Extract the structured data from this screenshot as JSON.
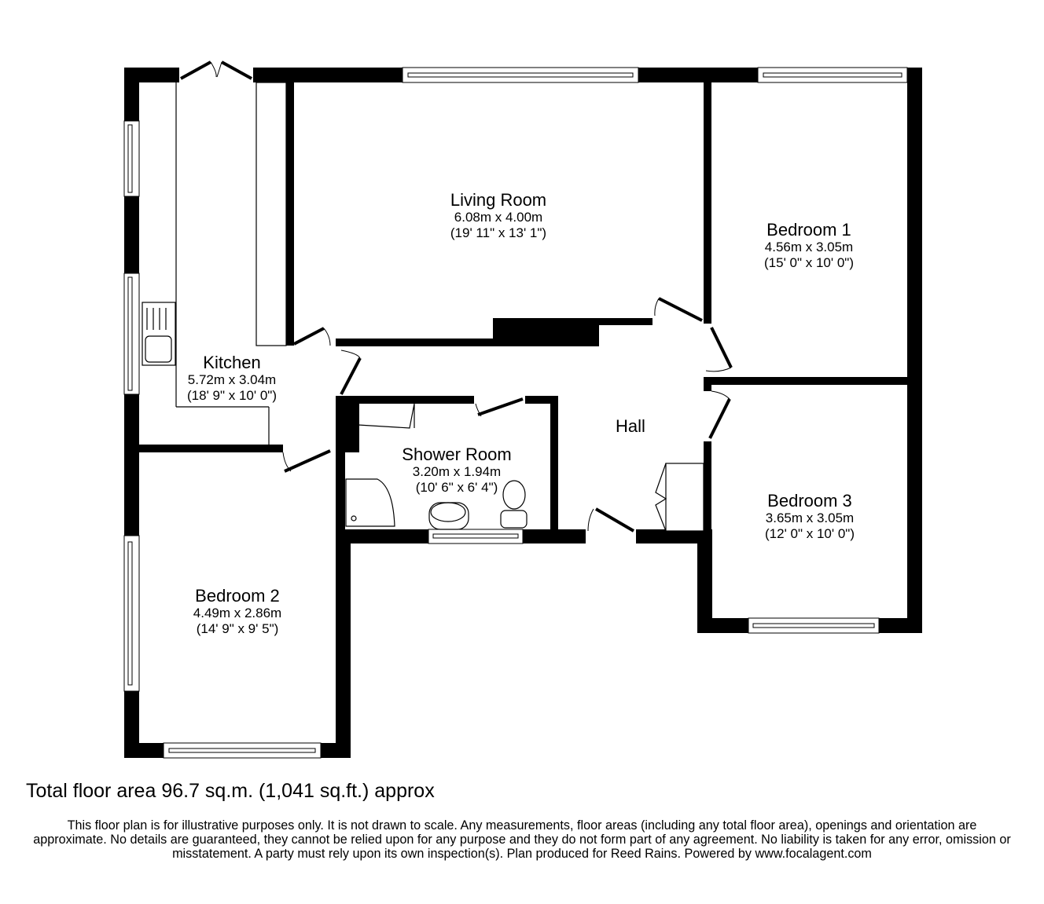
{
  "plan": {
    "rooms": [
      {
        "name": "Living Room",
        "metric": "6.08m x 4.00m",
        "imperial": "(19' 11\" x 13' 1\")"
      },
      {
        "name": "Bedroom 1",
        "metric": "4.56m x 3.05m",
        "imperial": "(15' 0\" x 10' 0\")"
      },
      {
        "name": "Kitchen",
        "metric": "5.72m x 3.04m",
        "imperial": "(18' 9\" x 10' 0\")"
      },
      {
        "name": "Hall",
        "metric": "",
        "imperial": ""
      },
      {
        "name": "Shower Room",
        "metric": "3.20m x 1.94m",
        "imperial": "(10' 6\" x 6' 4\")"
      },
      {
        "name": "Bedroom 3",
        "metric": "3.65m x 3.05m",
        "imperial": "(12' 0\" x 10' 0\")"
      },
      {
        "name": "Bedroom 2",
        "metric": "4.49m x 2.86m",
        "imperial": "(14' 9\" x 9' 5\")"
      }
    ],
    "wall_color": "#000000",
    "background_color": "#ffffff"
  },
  "footer": {
    "total_area": "Total floor area 96.7 sq.m. (1,041 sq.ft.) approx",
    "disclaimer": "This floor plan is for illustrative purposes only. It is not drawn to scale. Any measurements, floor areas (including any total floor area), openings and orientation are approximate. No details are guaranteed, they cannot be relied upon for any purpose and they do not form part of any agreement. No liability is taken for any error, omission or misstatement. A party must rely upon its own inspection(s). Plan produced for Reed Rains. Powered by www.focalagent.com"
  }
}
